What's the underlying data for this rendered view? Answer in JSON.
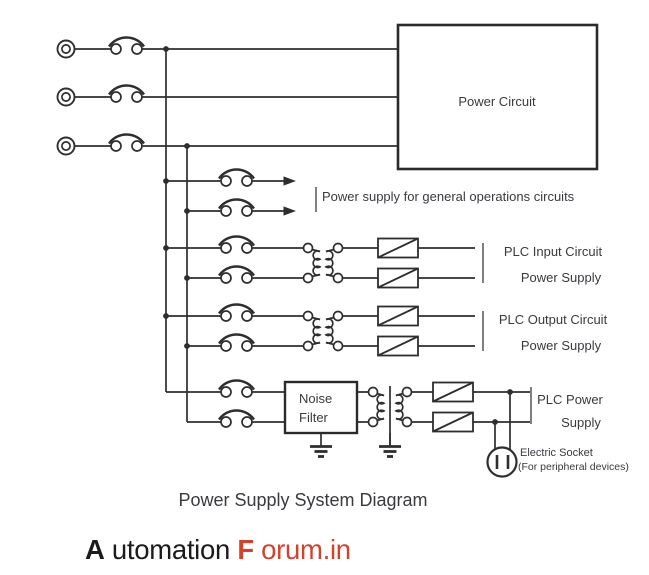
{
  "diagram": {
    "caption": "Power Supply System Diagram",
    "power_circuit": {
      "label": "Power Circuit"
    },
    "general_ops": {
      "label": "Power supply for general operations circuits"
    },
    "plc_input": {
      "line1": "PLC Input Circuit",
      "line2": "Power Supply"
    },
    "plc_output": {
      "line1": "PLC Output Circuit",
      "line2": "Power Supply"
    },
    "noise_filter": {
      "line1": "Noise",
      "line2": "Filter"
    },
    "plc_power": {
      "line1": "PLC Power",
      "line2": "Supply"
    },
    "electric_socket": {
      "line1": "Electric Socket",
      "line2": "(For peripheral devices)"
    }
  },
  "symbols": {
    "terminal": "double-circle input terminal",
    "breaker": "open contact switch (two circles with arc)",
    "transformer": "two-winding transformer",
    "shielded_transformer": "transformer with shield line to ground",
    "rectifier": "box with diagonal (power converter)",
    "ground": "earth ground (three bars)",
    "socket": "electric socket (circle with two pins)",
    "arrow": "output feed arrow"
  },
  "branding": {
    "logo": {
      "seg1": "A",
      "seg2": "utomation",
      "seg3": "F",
      "seg4": "orum.in"
    },
    "colors": {
      "dark": "#1b1b1b",
      "red": "#d5422b"
    }
  },
  "colors": {
    "wire": "#2e2e2e",
    "text": "#3a3a3f",
    "background": "#ffffff"
  }
}
